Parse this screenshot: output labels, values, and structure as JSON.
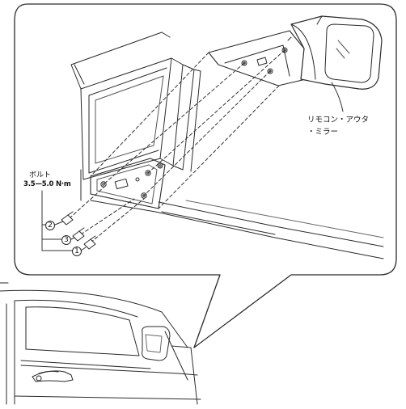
{
  "labels": {
    "bolt": "ボルト",
    "torque": "3.5—5.0 N·m",
    "mirror_line1": "リモコン・アウタ",
    "mirror_line2": "・ミラー"
  },
  "steps": [
    "2",
    "3",
    "1"
  ],
  "colors": {
    "line": "#2a2a2a",
    "background": "#ffffff"
  }
}
